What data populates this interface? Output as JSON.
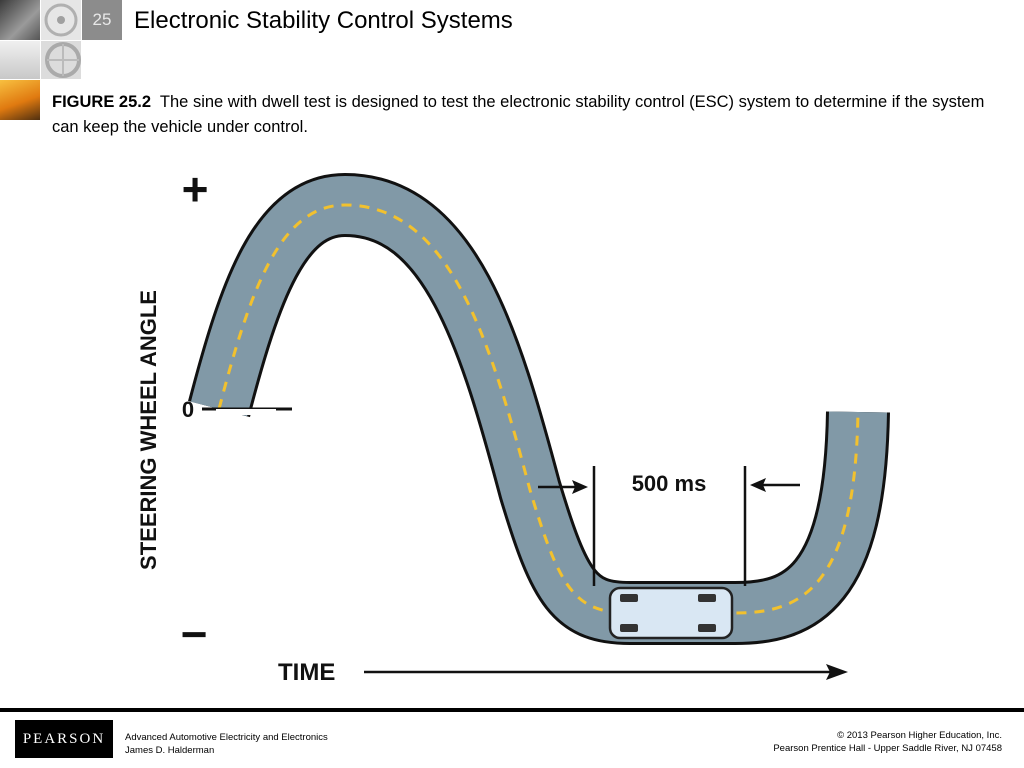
{
  "header": {
    "chapter_number": "25",
    "title": "Electronic Stability Control Systems"
  },
  "caption": {
    "label": "FIGURE 25.2",
    "text": "The sine with dwell test is designed to test the electronic stability control (ESC) system to determine if the system can keep the vehicle under control."
  },
  "figure": {
    "y_axis_label": "STEERING WHEEL ANGLE",
    "plus_label": "+",
    "zero_label": "0",
    "minus_label": "−",
    "x_axis_label": "TIME",
    "dwell_label": "500 ms",
    "colors": {
      "road_fill": "#8199a7",
      "road_edge": "#111111",
      "center_line": "#f2c12e",
      "car_body": "#d9e7f3"
    }
  },
  "footer": {
    "logo_text": "PEARSON",
    "book_title": "Advanced Automotive Electricity and Electronics",
    "author": "James D. Halderman",
    "copyright": "© 2013  Pearson Higher Education, Inc.",
    "publisher": "Pearson Prentice Hall - Upper Saddle River, NJ 07458"
  }
}
